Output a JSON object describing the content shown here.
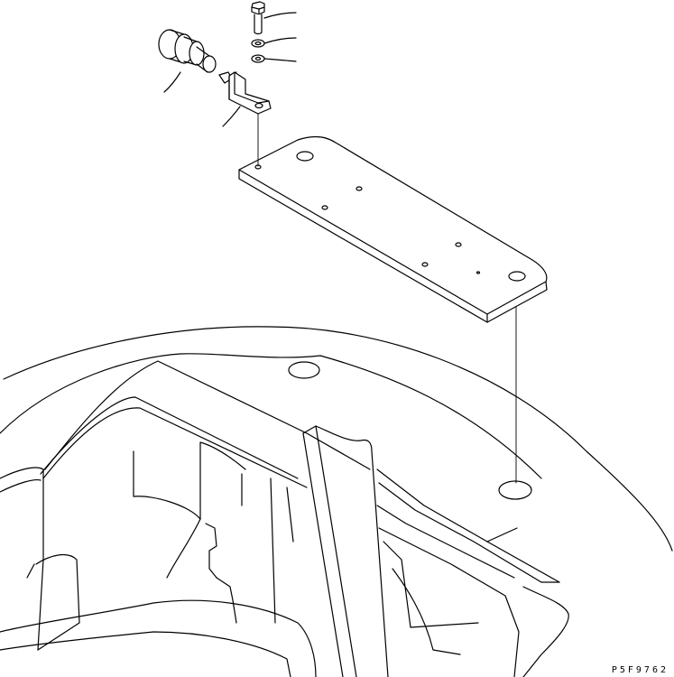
{
  "figure": {
    "drawing_code": "P5F9762",
    "parts": [
      {
        "name": "bolt"
      },
      {
        "name": "spring-washer"
      },
      {
        "name": "flat-washer"
      },
      {
        "name": "lamp-socket"
      },
      {
        "name": "mounting-bracket"
      },
      {
        "name": "mounting-plate"
      }
    ]
  }
}
